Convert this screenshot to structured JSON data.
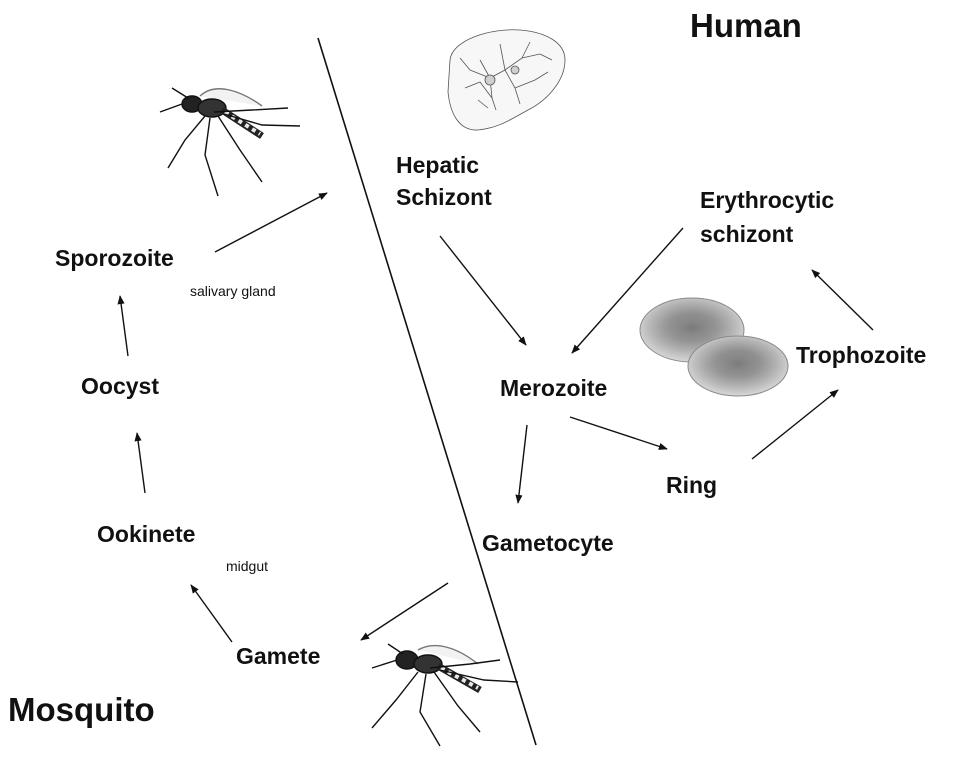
{
  "hosts": {
    "human": "Human",
    "mosquito": "Mosquito"
  },
  "stages": {
    "hepatic_schizont_line1": "Hepatic",
    "hepatic_schizont_line2": "Schizont",
    "erythrocytic_schizont_line1": "Erythrocytic",
    "erythrocytic_schizont_line2": "schizont",
    "merozoite": "Merozoite",
    "trophozoite": "Trophozoite",
    "ring": "Ring",
    "gametocyte": "Gametocyte",
    "gamete": "Gamete",
    "ookinete": "Ookinete",
    "oocyst": "Oocyst",
    "sporozoite": "Sporozoite"
  },
  "locations": {
    "salivary_gland": "salivary gland",
    "midgut": "midgut"
  },
  "icons": {
    "liver": "liver-icon",
    "red_blood_cells": "red-blood-cells-icon",
    "mosquito_top": "mosquito-icon",
    "mosquito_bottom": "mosquito-icon"
  },
  "colors": {
    "text": "#111111",
    "arrow": "#111111",
    "rbc": "#9a9a9a"
  }
}
